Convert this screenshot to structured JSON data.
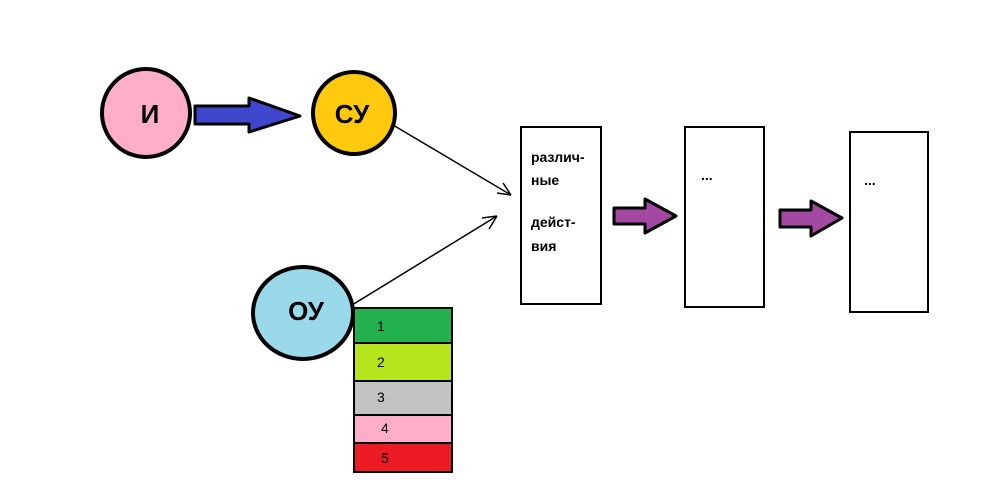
{
  "nodes": {
    "i": {
      "label": "И",
      "fill": "#ffaec9"
    },
    "su": {
      "label": "СУ",
      "fill": "#ffc90e"
    },
    "ou": {
      "label": "ОУ",
      "fill": "#99d9ea"
    }
  },
  "boxes": {
    "box1": {
      "lines": [
        "различ-",
        "ные",
        "дейст-",
        "вия"
      ]
    },
    "box2": {
      "text": "..."
    },
    "box3": {
      "text": "..."
    }
  },
  "stack": [
    {
      "label": "1",
      "fill": "#22b14c"
    },
    {
      "label": "2",
      "fill": "#b5e61d"
    },
    {
      "label": "3",
      "fill": "#c3c3c3"
    },
    {
      "label": "4",
      "fill": "#ffaec9"
    },
    {
      "label": "5",
      "fill": "#ed1c24"
    }
  ],
  "colors": {
    "blue_arrow": "#3f48cc",
    "purple_arrow": "#a349a4",
    "stroke": "#000000"
  }
}
